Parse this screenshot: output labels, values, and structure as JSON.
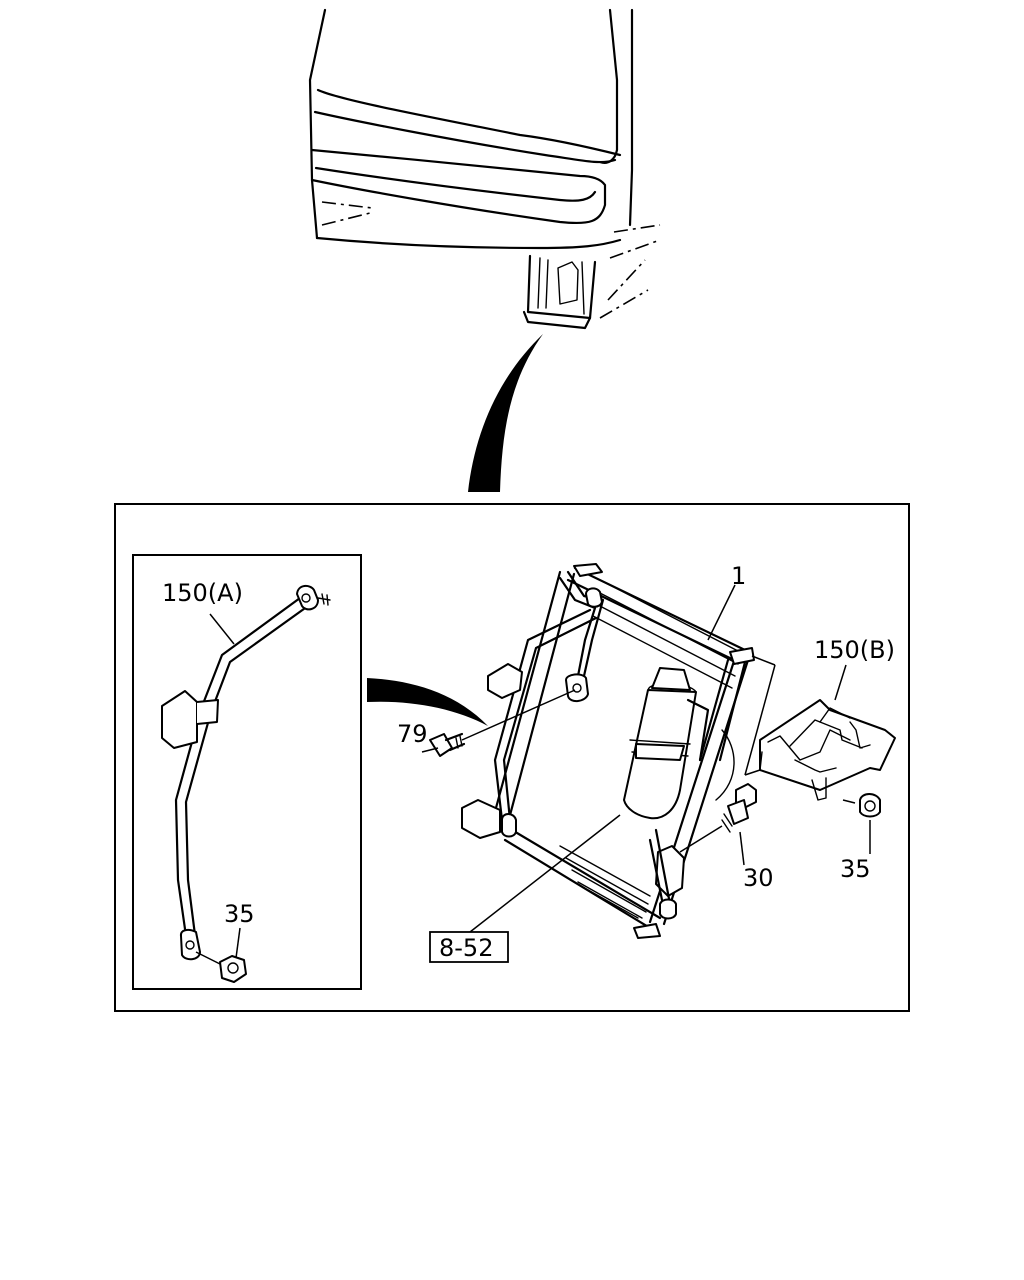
{
  "labels": {
    "condenser": "1",
    "pipe_a": "150(A)",
    "pipe_b": "150(B)",
    "bolt": "79",
    "switch": "30",
    "nut_inset": "35",
    "nut_main": "35",
    "ref_box": "8-52"
  },
  "icons": {
    "pointer_arrow_top": "curved-arrow",
    "pointer_arrow_inset": "curved-arrow"
  }
}
